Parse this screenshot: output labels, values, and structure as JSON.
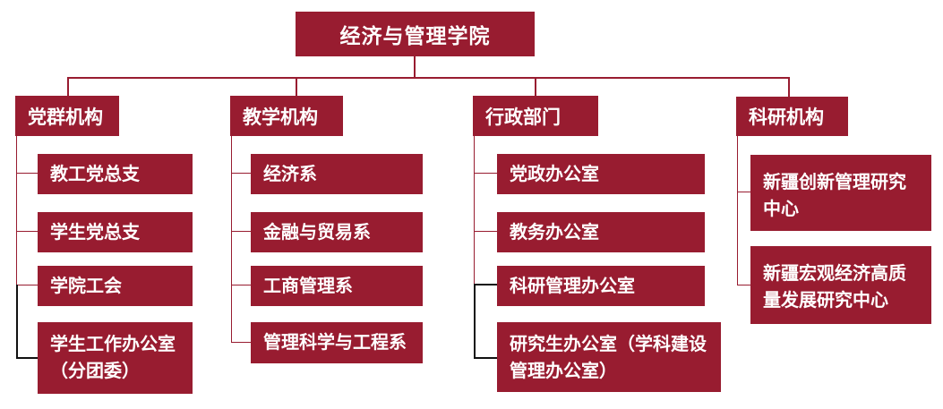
{
  "theme": {
    "box-color": "#981c30",
    "line-color": "#981c30",
    "line-dark": "#111111",
    "text-color": "#ffffff",
    "bg": "#ffffff"
  },
  "chart": {
    "type": "org-chart",
    "root": "经济与管理学院",
    "groups": [
      {
        "label": "党群机构",
        "children": [
          "教工党总支",
          "学生党总支",
          "学院工会",
          "学生工作办公室（分团委）"
        ]
      },
      {
        "label": "教学机构",
        "children": [
          "经济系",
          "金融与贸易系",
          "工商管理系",
          "管理科学与工程系"
        ]
      },
      {
        "label": "行政部门",
        "children": [
          "党政办公室",
          "教务办公室",
          "科研管理办公室",
          "研究生办公室（学科建设管理办公室）"
        ]
      },
      {
        "label": "科研机构",
        "children": [
          "新疆创新管理研究中心",
          "新疆宏观经济高质量发展研究中心"
        ]
      }
    ]
  }
}
